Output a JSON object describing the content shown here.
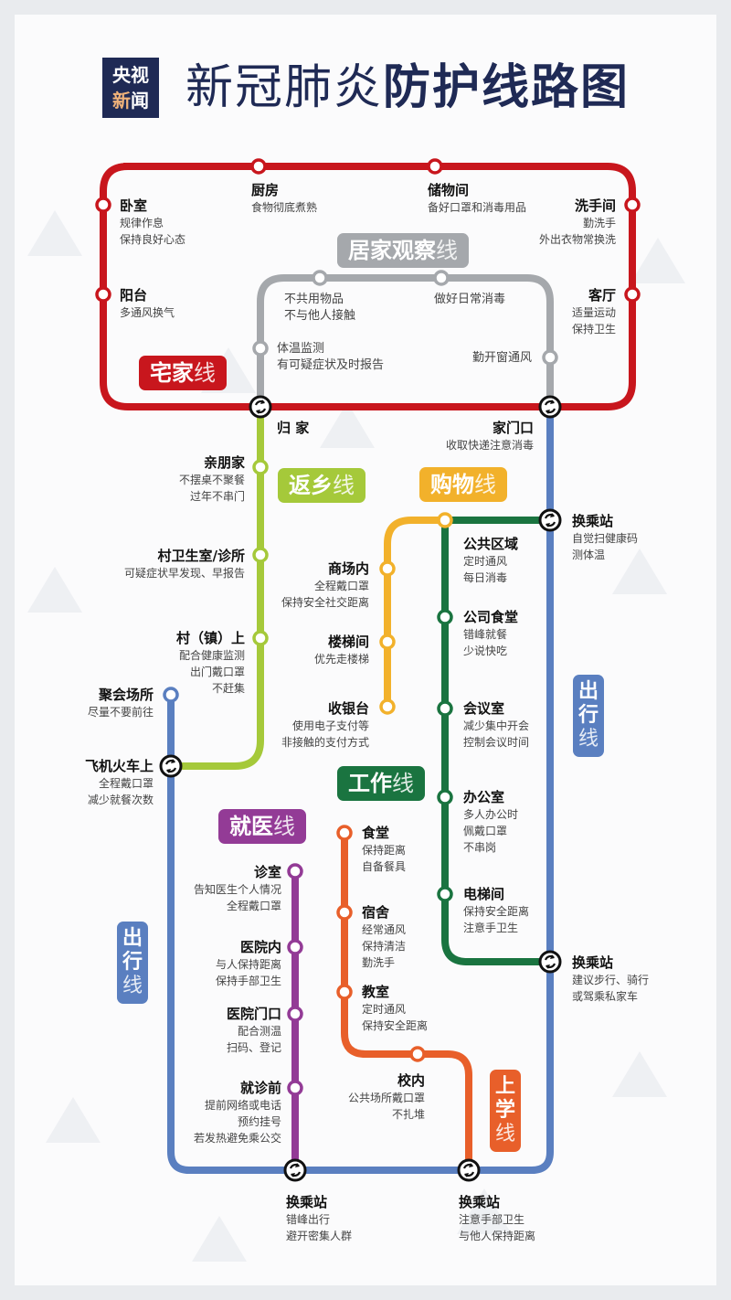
{
  "header": {
    "logo_line1": "央视",
    "logo_line2a": "新",
    "logo_line2b": "闻",
    "title_regular": "新冠肺炎",
    "title_bold": "防护线路图"
  },
  "colors": {
    "navy": "#1f2a55",
    "home_line": "#c8161d",
    "observe_line": "#a5a8ac",
    "return_line": "#a5c93a",
    "shopping_line": "#f2b12b",
    "work_line": "#1a7440",
    "travel_line": "#5a7fc0",
    "medical_line": "#933b96",
    "school_line": "#e85f2a"
  },
  "lines": {
    "home": {
      "main": "宅家",
      "suffix": "线"
    },
    "observe": {
      "main": "居家观察",
      "suffix": "线"
    },
    "return": {
      "main": "返乡",
      "suffix": "线"
    },
    "shopping": {
      "main": "购物",
      "suffix": "线"
    },
    "work": {
      "main": "工作",
      "suffix": "线"
    },
    "medical": {
      "main": "就医",
      "suffix": "线"
    },
    "travel_right": {
      "c1": "出",
      "c2": "行",
      "c3": "线"
    },
    "travel_left": {
      "c1": "出",
      "c2": "行",
      "c3": "线"
    },
    "school": {
      "c1": "上",
      "c2": "学",
      "c3": "线"
    }
  },
  "stations": {
    "bedroom": {
      "name": "卧室",
      "desc": [
        "规律作息",
        "保持良好心态"
      ]
    },
    "kitchen": {
      "name": "厨房",
      "desc": [
        "食物彻底煮熟"
      ]
    },
    "storage": {
      "name": "储物间",
      "desc": [
        "备好口罩和消毒用品"
      ]
    },
    "washroom": {
      "name": "洗手间",
      "desc": [
        "勤洗手",
        "外出衣物常换洗"
      ]
    },
    "balcony": {
      "name": "阳台",
      "desc": [
        "多通风换气"
      ]
    },
    "living": {
      "name": "客厅",
      "desc": [
        "适量运动",
        "保持卫生"
      ]
    },
    "obs_share": {
      "desc": [
        "不共用物品",
        "不与他人接触"
      ]
    },
    "obs_disinfect": {
      "desc": [
        "做好日常消毒"
      ]
    },
    "obs_temp": {
      "desc": [
        "体温监测",
        "有可疑症状及时报告"
      ]
    },
    "obs_window": {
      "desc": [
        "勤开窗通风"
      ]
    },
    "go_home": {
      "name": "归 家"
    },
    "doorway": {
      "name": "家门口",
      "desc": [
        "收取快递注意消毒"
      ]
    },
    "relatives": {
      "name": "亲朋家",
      "desc": [
        "不摆桌不聚餐",
        "过年不串门"
      ]
    },
    "clinic": {
      "name": "村卫生室/诊所",
      "desc": [
        "可疑症状早发现、早报告"
      ]
    },
    "village": {
      "name": "村（镇）上",
      "desc": [
        "配合健康监测",
        "出门戴口罩",
        "不赶集"
      ]
    },
    "gathering": {
      "name": "聚会场所",
      "desc": [
        "尽量不要前往"
      ]
    },
    "plane_train": {
      "name": "飞机火车上",
      "desc": [
        "全程戴口罩",
        "减少就餐次数"
      ]
    },
    "mall": {
      "name": "商场内",
      "desc": [
        "全程戴口罩",
        "保持安全社交距离"
      ]
    },
    "stairs": {
      "name": "楼梯间",
      "desc": [
        "优先走楼梯"
      ]
    },
    "cashier": {
      "name": "收银台",
      "desc": [
        "使用电子支付等",
        "非接触的支付方式"
      ]
    },
    "transfer1": {
      "name": "换乘站",
      "desc": [
        "自觉扫健康码",
        "测体温"
      ]
    },
    "public_area": {
      "name": "公共区域",
      "desc": [
        "定时通风",
        "每日消毒"
      ]
    },
    "canteen": {
      "name": "公司食堂",
      "desc": [
        "错峰就餐",
        "少说快吃"
      ]
    },
    "meeting": {
      "name": "会议室",
      "desc": [
        "减少集中开会",
        "控制会议时间"
      ]
    },
    "office": {
      "name": "办公室",
      "desc": [
        "多人办公时",
        "佩戴口罩",
        "不串岗"
      ]
    },
    "elevator": {
      "name": "电梯间",
      "desc": [
        "保持安全距离",
        "注意手卫生"
      ]
    },
    "transfer2": {
      "name": "换乘站",
      "desc": [
        "建议步行、骑行",
        "或驾乘私家车"
      ]
    },
    "consult": {
      "name": "诊室",
      "desc": [
        "告知医生个人情况",
        "全程戴口罩"
      ]
    },
    "hospital_in": {
      "name": "医院内",
      "desc": [
        "与人保持距离",
        "保持手部卫生"
      ]
    },
    "hospital_gate": {
      "name": "医院门口",
      "desc": [
        "配合测温",
        "扫码、登记"
      ]
    },
    "pre_visit": {
      "name": "就诊前",
      "desc": [
        "提前网络或电话",
        "预约挂号",
        "若发热避免乘公交"
      ]
    },
    "dining_hall": {
      "name": "食堂",
      "desc": [
        "保持距离",
        "自备餐具"
      ]
    },
    "dorm": {
      "name": "宿舍",
      "desc": [
        "经常通风",
        "保持清洁",
        "勤洗手"
      ]
    },
    "classroom": {
      "name": "教室",
      "desc": [
        "定时通风",
        "保持安全距离"
      ]
    },
    "campus": {
      "name": "校内",
      "desc": [
        "公共场所戴口罩",
        "不扎堆"
      ]
    },
    "transfer3": {
      "name": "换乘站",
      "desc": [
        "错峰出行",
        "避开密集人群"
      ]
    },
    "transfer4": {
      "name": "换乘站",
      "desc": [
        "注意手部卫生",
        "与他人保持距离"
      ]
    }
  },
  "icons": {
    "transfer": "transfer-arrows-icon"
  }
}
